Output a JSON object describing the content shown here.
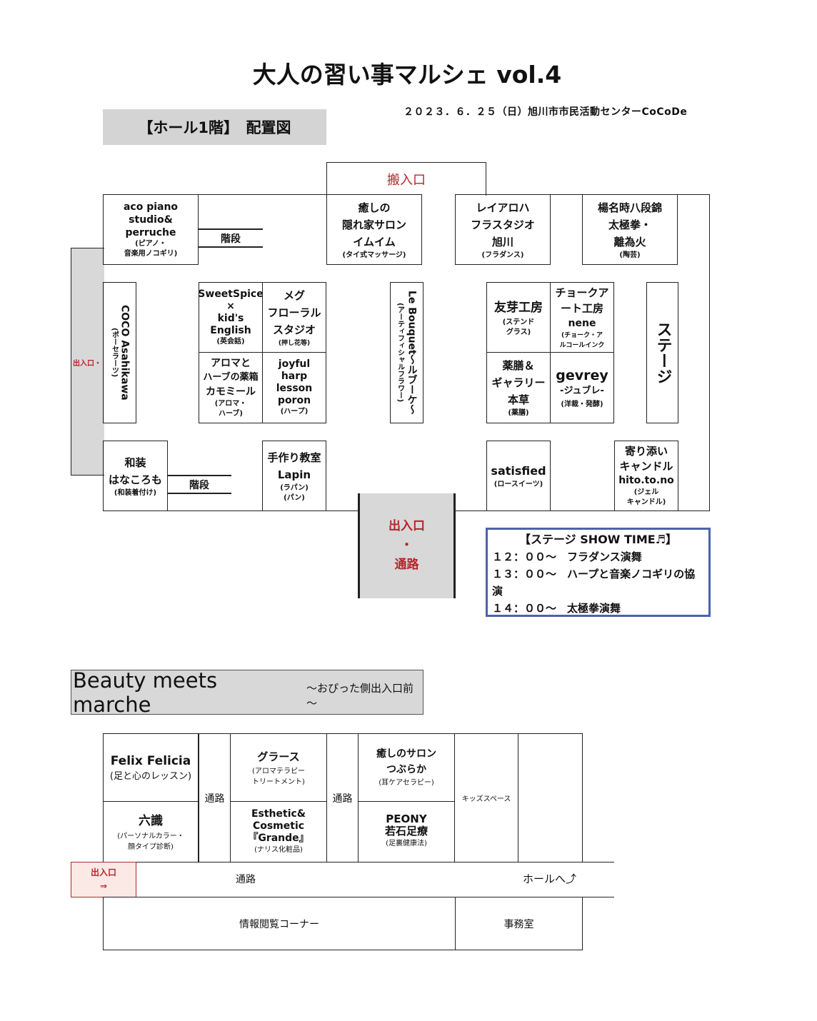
{
  "title": "大人の習い事マルシェ vol.4",
  "date_venue": "２０２３．６．２５（日）旭川市市民活動センターCoCoDe",
  "floor_label": "【ホール1階】　配置図",
  "hall": {
    "loading_entrance": "搬入口",
    "side_entrance": "出入口・",
    "stairs_1": "階段",
    "stairs_2": "階段",
    "main_entrance": [
      "出入口",
      "・",
      "通路"
    ],
    "stage": "ステージ",
    "booths": {
      "aco": {
        "name": [
          "aco piano",
          "studio&",
          "perruche"
        ],
        "sub": [
          "(ピアノ・",
          "音楽用ノコギリ)"
        ]
      },
      "iyashi": {
        "name": [
          "癒しの",
          "隠れ家サロン",
          "イムイム"
        ],
        "sub": [
          "(タイ式マッサージ)"
        ]
      },
      "reiaroha": {
        "name": [
          "レイアロハ",
          "フラスタジオ",
          "旭川"
        ],
        "sub": [
          "(フラダンス)"
        ]
      },
      "yanagi": {
        "name": [
          "楊名時八段錦",
          "太極拳・",
          "離為火"
        ],
        "sub": [
          "(陶芸)"
        ]
      },
      "coco": {
        "name": "COCO Asahikawa",
        "sub": "(ポーセラーツ)"
      },
      "sweet": {
        "name": [
          "SweetSpice",
          "×",
          "kid's",
          "English"
        ],
        "sub": [
          "(英会話)"
        ]
      },
      "meg": {
        "name": [
          "メグ",
          "フローラル",
          "スタジオ"
        ],
        "sub": [
          "(押し花等)"
        ]
      },
      "aroma": {
        "name": [
          "アロマと",
          "ハーブの薬箱",
          "カモミール"
        ],
        "sub": [
          "(アロマ・",
          "ハーブ)"
        ]
      },
      "joyful": {
        "name": [
          "joyful",
          "harp",
          "lesson",
          "poron"
        ],
        "sub": [
          "(ハープ)"
        ]
      },
      "bouquet": {
        "name": "Le Bouquet～ルブーケ～",
        "sub": "(アーティフィシャルフラワー)"
      },
      "yuga": {
        "name": [
          "友芽工房"
        ],
        "sub": [
          "(ステンド",
          "グラス)"
        ]
      },
      "chalk": {
        "name": [
          "チョークア",
          "ート工房",
          "nene"
        ],
        "sub": [
          "(チョーク・ア",
          "ルコールインク"
        ]
      },
      "yakuzen": {
        "name": [
          "薬膳＆",
          "ギャラリー",
          "本草"
        ],
        "sub": [
          "(薬膳)"
        ]
      },
      "gevrey": {
        "name": [
          "gevrey",
          "-ジュブレ-"
        ],
        "sub": [
          "(洋裁・発酵)"
        ]
      },
      "wasou": {
        "name": [
          "和装",
          "はなころも"
        ],
        "sub": [
          "(和装着付け)"
        ]
      },
      "tezukuri": {
        "name": [
          "手作り教室",
          "Lapin"
        ],
        "sub": [
          "(ラパン)",
          "(パン)"
        ]
      },
      "satisfied": {
        "name": [
          "satisfied"
        ],
        "sub": [
          "(ロースイーツ)"
        ]
      },
      "yorisoi": {
        "name": [
          "寄り添い",
          "キャンドル",
          "hito.to.no"
        ],
        "sub": [
          "(ジェル",
          "キャンドル)"
        ]
      }
    }
  },
  "showtime": {
    "title": "【ステージ SHOW TIME♬】",
    "lines": [
      "１２：００～　フラダンス演舞",
      "１３：００～　ハープと音楽ノコギリの協",
      "演",
      "１４：００～　太極拳演舞"
    ]
  },
  "beauty": {
    "title": "Beauty meets marche",
    "subtitle": "～おぴった側出入口前～",
    "booths": {
      "felix": {
        "name": "Felix Felicia",
        "sub": "(足と心のレッスン)"
      },
      "rokushiki": {
        "name": "六識",
        "sub": [
          "(パーソナルカラー・",
          "顔タイプ診断)"
        ]
      },
      "glass": {
        "name": "グラース",
        "sub": [
          "(アロマテラピー",
          "トリートメント)"
        ]
      },
      "esthetic": {
        "name": [
          "Esthetic&",
          "Cosmetic",
          "『Grande』"
        ],
        "sub": "(ナリス化粧品)"
      },
      "tsubu": {
        "name": [
          "癒しのサロン",
          "つぶらか"
        ],
        "sub": "(耳ケアセラピー)"
      },
      "peony": {
        "name": [
          "PEONY",
          "若石足療"
        ],
        "sub": "(足裏健康法)"
      },
      "kids": "キッズスペース"
    },
    "aisle_1": "通路",
    "aisle_2": "通路",
    "aisle_main": "通路",
    "entrance": [
      "出入口",
      "⇒"
    ],
    "to_hall": "ホールへ⤴",
    "info_corner": "情報閲覧コーナー",
    "office": "事務室"
  }
}
